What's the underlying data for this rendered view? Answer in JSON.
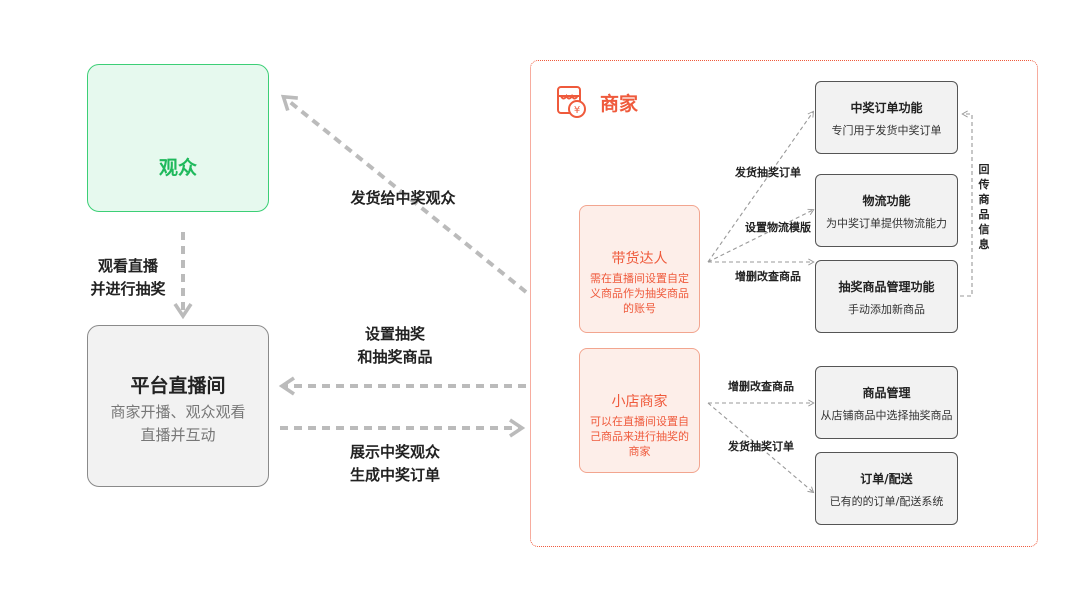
{
  "audience": {
    "label": "观众"
  },
  "platform": {
    "title": "平台直播间",
    "desc": "商家开播、观众观看直播并互动"
  },
  "edges": {
    "watch_line1": "观看直播",
    "watch_line2": "并进行抽奖",
    "ship_to_winner": "发货给中奖观众",
    "set_lottery_line1": "设置抽奖",
    "set_lottery_line2": "和抽奖商品",
    "show_winner_line1": "展示中奖观众",
    "show_winner_line2": "生成中奖订单"
  },
  "merchant": {
    "title": "商家",
    "influencer": {
      "name": "带货达人",
      "desc": "需在直播间设置自定义商品作为抽奖商品的账号"
    },
    "shop": {
      "name": "小店商家",
      "desc": "可以在直播间设置自己商品来进行抽奖的商家"
    }
  },
  "features": {
    "order": {
      "title": "中奖订单功能",
      "desc": "专门用于发货中奖订单"
    },
    "logistics": {
      "title": "物流功能",
      "desc": "为中奖订单提供物流能力"
    },
    "lottery_goods": {
      "title": "抽奖商品管理功能",
      "desc": "手动添加新商品"
    },
    "goods_mgmt": {
      "title": "商品管理",
      "desc": "从店铺商品中选择抽奖商品"
    },
    "order_delivery": {
      "title": "订单/配送",
      "desc": "已有的的订单/配送系统"
    }
  },
  "feature_edges": {
    "ship_order": "发货抽奖订单",
    "set_logistics": "设置物流模版",
    "edit_goods": "增删改查商品",
    "shop_edit_goods": "增删改查商品",
    "shop_ship_order": "发货抽奖订单"
  },
  "return_info": "回传商品信息",
  "colors": {
    "green": "#1fb95c",
    "orange": "#ef5a3c",
    "gray_dash": "#bbbbbb"
  }
}
